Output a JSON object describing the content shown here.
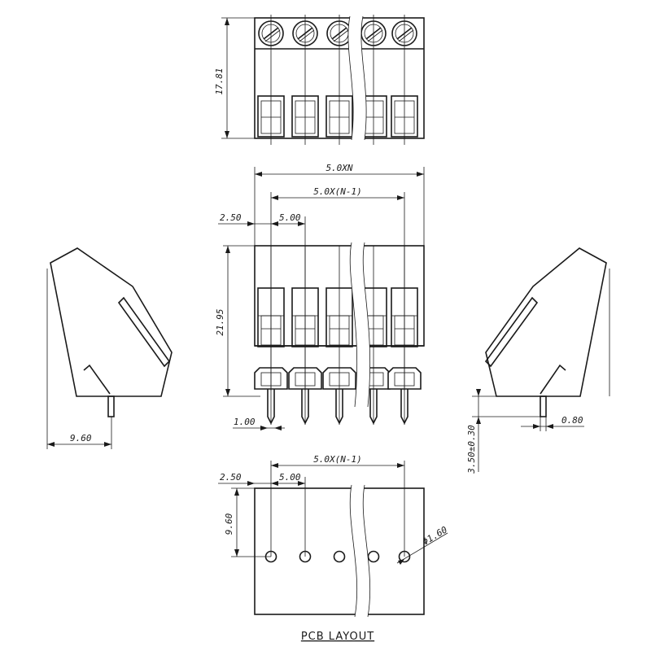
{
  "dimensions": {
    "top_height": "17.81",
    "overall_width": "5.0XN",
    "pitch_span": "5.0X(N-1)",
    "edge_offset": "2.50",
    "pitch": "5.00",
    "body_height": "21.95",
    "pin_width": "1.00",
    "side_depth": "9.60",
    "pin_thickness": "0.80",
    "pin_length": "3.50±0.30",
    "pcb_pitch_span": "5.0X(N-1)",
    "pcb_edge_offset": "2.50",
    "pcb_pitch": "5.00",
    "pcb_row_offset": "9.60",
    "hole_diameter": "Φ1.60"
  },
  "caption": "PCB LAYOUT",
  "positions": 5
}
